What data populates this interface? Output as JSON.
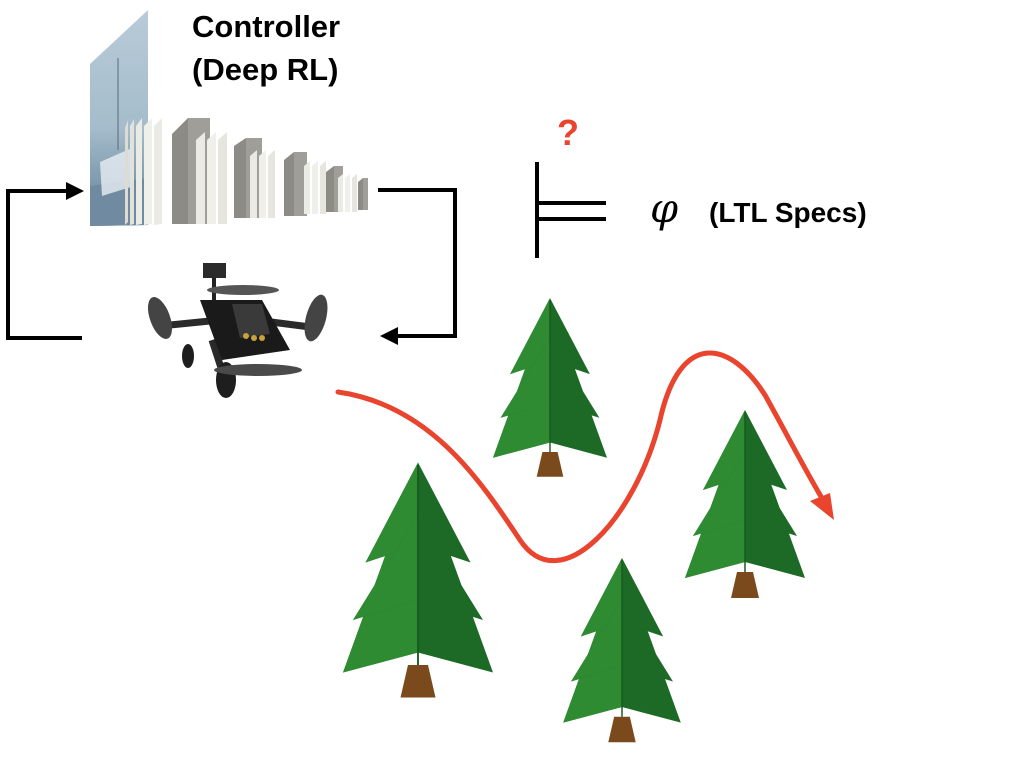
{
  "controller": {
    "title_line_1": "Controller",
    "title_line_2": "(Deep RL)"
  },
  "verification": {
    "question_mark": "?",
    "formula_symbol": "φ",
    "spec_label": "(LTL Specs)"
  },
  "icons": {
    "camera_input": "camera-frame-icon",
    "network": "cnn-layers-icon",
    "drone": "quadcopter-icon",
    "entails": "double-turnstile-icon",
    "tree": "pine-tree-icon",
    "trajectory": "trajectory-arrow-icon"
  },
  "colors": {
    "accent": "#e8442e",
    "tree_light": "#2e8b32",
    "tree_dark": "#1c6a25",
    "trunk": "#7a4a1c",
    "feedback_arrow": "#000000"
  }
}
